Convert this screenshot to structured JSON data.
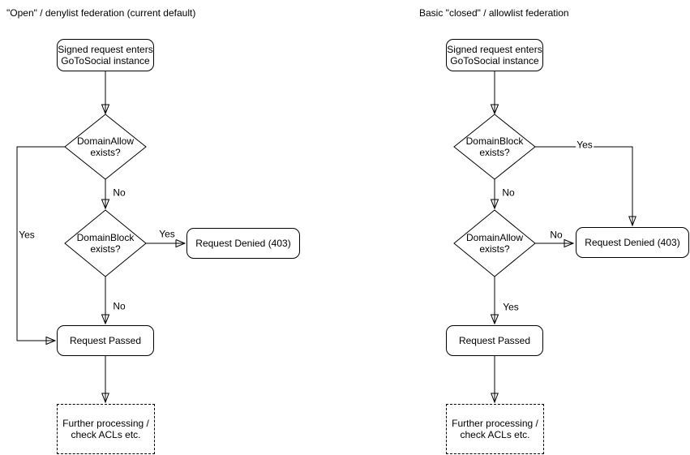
{
  "charts": [
    {
      "title": "\"Open\" / denylist federation (current default)",
      "nodes": {
        "start": "Signed request enters\nGoToSocial instance",
        "decision1": "DomainAllow\nexists?",
        "decision2": "DomainBlock\nexists?",
        "denied": "Request Denied (403)",
        "passed": "Request Passed",
        "further": "Further processing /\ncheck ACLs etc."
      },
      "edge_labels": {
        "decision1_yes": "Yes",
        "decision1_no": "No",
        "decision2_yes": "Yes",
        "decision2_no": "No"
      }
    },
    {
      "title": "Basic \"closed\" / allowlist federation",
      "nodes": {
        "start": "Signed request enters\nGoToSocial instance",
        "decision1": "DomainBlock\nexists?",
        "decision2": "DomainAllow\nexists?",
        "denied": "Request Denied (403)",
        "passed": "Request Passed",
        "further": "Further processing /\ncheck ACLs etc."
      },
      "edge_labels": {
        "decision1_yes": "Yes",
        "decision1_no": "No",
        "decision2_no": "No",
        "decision2_yes": "Yes"
      }
    }
  ],
  "colors": {
    "stroke": "#000000",
    "background": "#ffffff"
  }
}
